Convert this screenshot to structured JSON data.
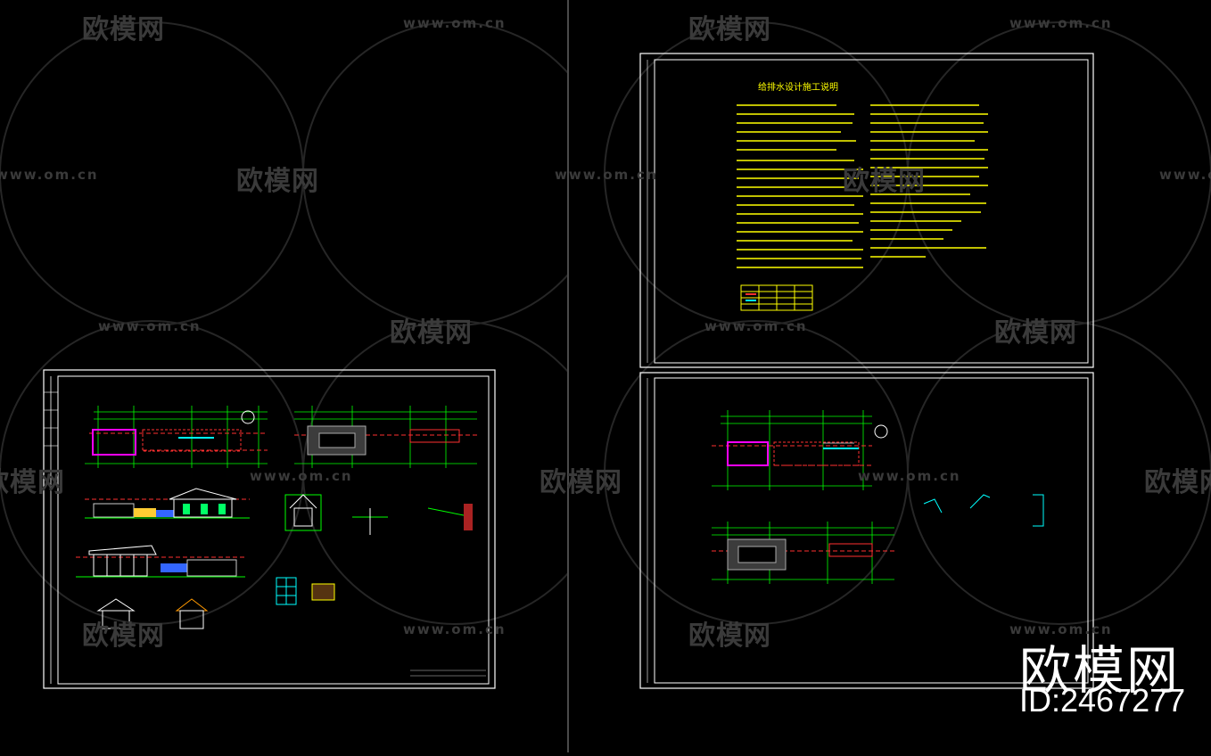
{
  "watermarks": {
    "logo_text": "欧模网",
    "url_text": "www.om.cn"
  },
  "brand": {
    "name": "欧模网",
    "id": "ID:2467277"
  },
  "sheets": {
    "design_notes_title": "给排水设计施工说明"
  },
  "colors": {
    "background": "#000000",
    "sheet_frame": "#ffffff",
    "grid_lines": "#00ff00",
    "axis_lines": "#ff3030",
    "annotation_text": "#ffff00",
    "walls": "#ff00ff",
    "pipes": "#00ffff"
  }
}
